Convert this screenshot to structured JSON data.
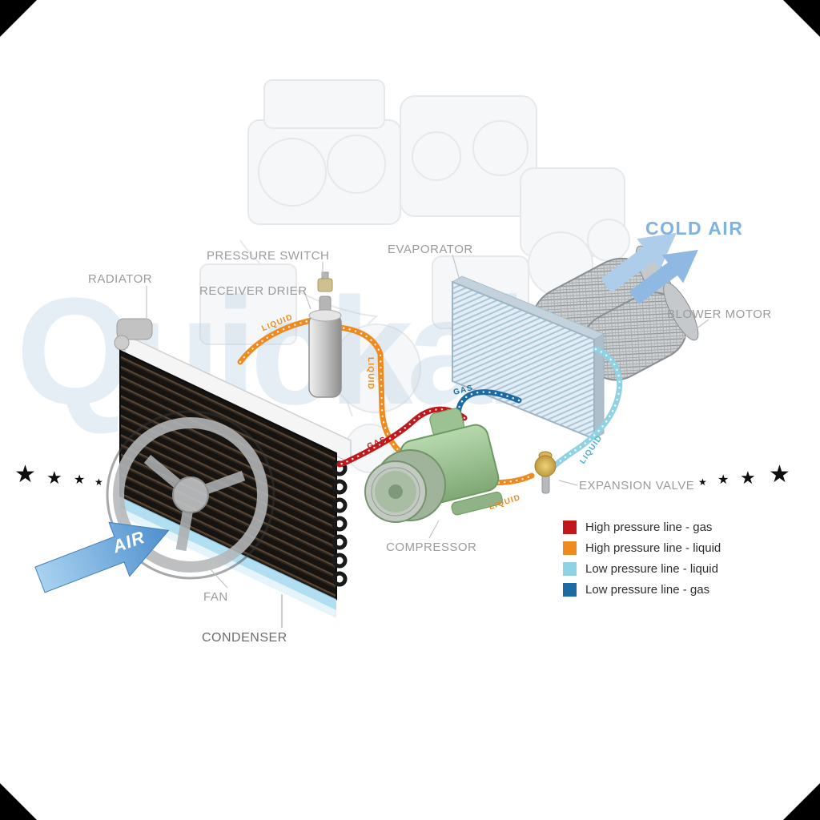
{
  "watermark": {
    "text": "Quickair"
  },
  "labels": {
    "radiator": "RADIATOR",
    "pressure_switch": "PRESSURE SWITCH",
    "receiver_drier": "RECEIVER DRIER",
    "evaporator": "EVAPORATOR",
    "cold_air": "COLD AIR",
    "blower_motor": "BLOWER MOTOR",
    "expansion_valve": "EXPANSION VALVE",
    "compressor": "COMPRESSOR",
    "fan": "FAN",
    "condenser": "CONDENSER",
    "air": "AIR"
  },
  "pipe_labels": [
    {
      "text": "LIQUID",
      "color": "#ee8a1e"
    },
    {
      "text": "LIQUID",
      "color": "#ee8a1e"
    },
    {
      "text": "GAS",
      "color": "#1c6ca3"
    },
    {
      "text": "GAS",
      "color": "#c0181c"
    },
    {
      "text": "LIQUID",
      "color": "#45b1d8"
    },
    {
      "text": "LIQUID",
      "color": "#ee8a1e"
    }
  ],
  "legend": {
    "items": [
      {
        "label": "High pressure line - gas",
        "color": "#c0181c"
      },
      {
        "label": "High pressure line - liquid",
        "color": "#ee8a1e"
      },
      {
        "label": "Low pressure line - liquid",
        "color": "#8ed2e4"
      },
      {
        "label": "Low pressure line -  gas",
        "color": "#1c6ca3"
      }
    ]
  },
  "diagram_colors": {
    "high_pressure_gas": "#c0181c",
    "high_pressure_liquid": "#ee8a1e",
    "low_pressure_liquid": "#8ed2e4",
    "low_pressure_gas": "#1c6ca3",
    "air_arrow": "#4e8fcd",
    "cold_air_text": "#7fb2e0"
  },
  "decorations": {
    "star": "★"
  }
}
